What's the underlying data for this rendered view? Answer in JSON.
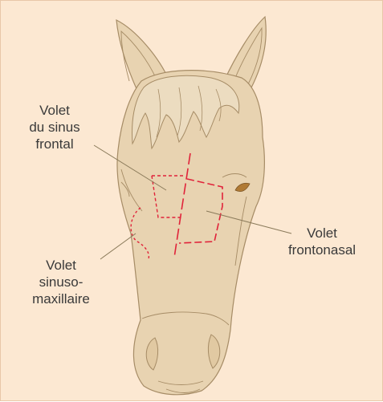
{
  "labels": {
    "sinus_frontal": "Volet\ndu sinus\nfrontal",
    "frontonasal": "Volet\nfrontonasal",
    "sinuso_maxillaire": "Volet\nsinuso-\nmaxillaire"
  },
  "colors": {
    "background": "#fce8d2",
    "frame_border": "#e8c7a8",
    "head_fill": "#e8d3b1",
    "head_outline": "#a68c66",
    "incision_lines": "#e0233a",
    "leader_lines": "#8a7a5a",
    "eye": "#b07a34"
  }
}
